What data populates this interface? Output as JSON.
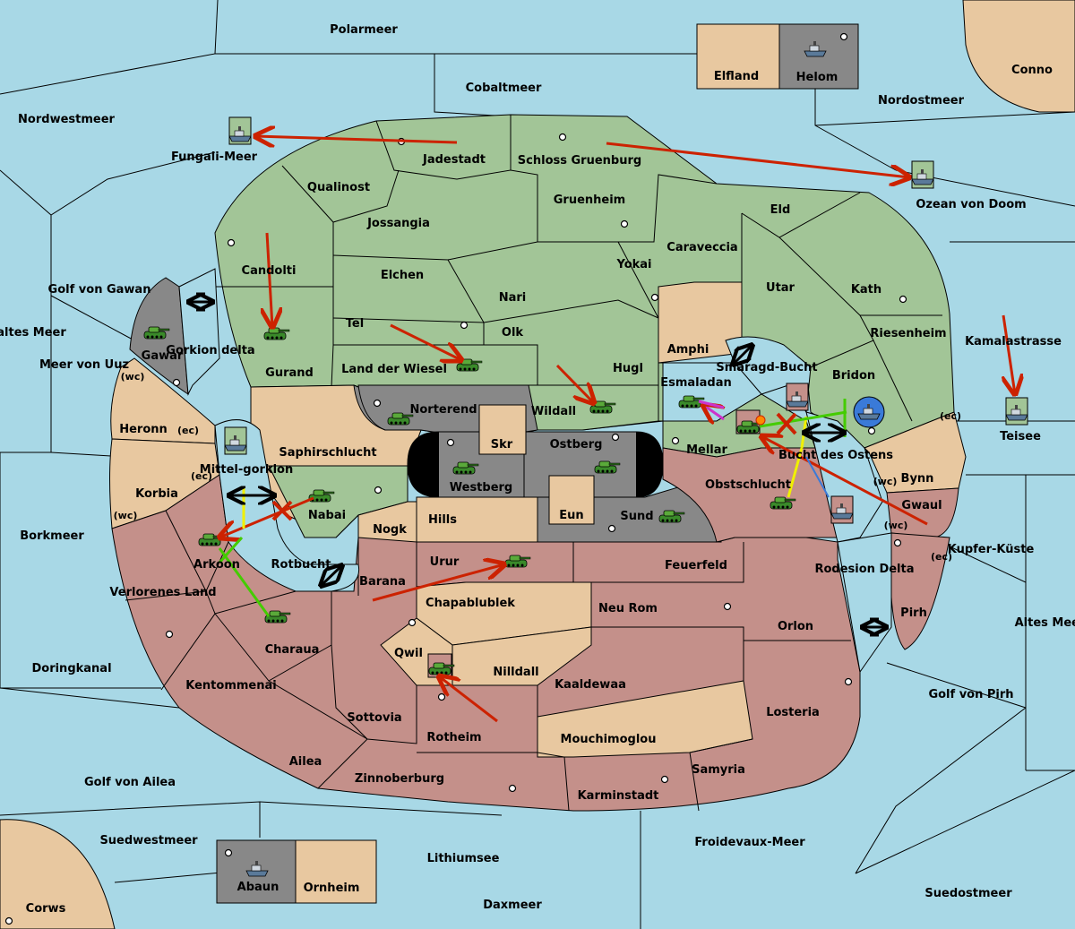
{
  "map": {
    "colors": {
      "sea": "#a8d8e6",
      "green": "#a2c597",
      "tan": "#e8c8a0",
      "red": "#c4908a",
      "gray": "#888888",
      "order_red": "#cc2200",
      "order_yellow": "#f0f000",
      "order_green": "#44cc00",
      "order_magenta": "#cc33cc"
    },
    "sea_labels": [
      "Polarmeer",
      "Cobaltmeer",
      "Nordostmeer",
      "Nordwestmeer",
      "Conno",
      "Fungali-Meer",
      "Ozean von Doom",
      "Golf von Gawan",
      "Kaltes Meer",
      "Meer von Uuz",
      "Kamalastrasse",
      "Teisee",
      "Borkmeer",
      "Kupfer-Küste",
      "Altes Meer",
      "Doringkanal",
      "Golf von Pirh",
      "Golf von Ailea",
      "Suedwestmeer",
      "Lithiumsee",
      "Froidevaux-Meer",
      "Suedostmeer",
      "Daxmeer",
      "Corws",
      "Rotbucht",
      "Smaragd-Bucht",
      "Bucht des Ostens",
      "Mittel-gorkion",
      "Gorkion delta",
      "Rodesion Delta"
    ],
    "green_labels": [
      "Jadestadt",
      "Schloss Gruenburg",
      "Qualinost",
      "Gruenheim",
      "Eld",
      "Jossangia",
      "Caraveccia",
      "Candolti",
      "Elchen",
      "Yokai",
      "Utar",
      "Kath",
      "Nari",
      "Tel",
      "Olk",
      "Riesenheim",
      "Land der Wiesel",
      "Hugl",
      "Bridon",
      "Gurand",
      "Esmaladan",
      "Wildall",
      "Mellar",
      "Nabai"
    ],
    "tan_labels": [
      "Elfland",
      "Amphi",
      "Heronn",
      "Korbia",
      "Saphirschlucht",
      "Skr",
      "Hills",
      "Nogk",
      "Eun",
      "Chapablublek",
      "Qwil",
      "Nilldall",
      "Mouchimoglou",
      "Bynn"
    ],
    "red_labels": [
      "Verlorenes Land",
      "Arkoon",
      "Charaua",
      "Kentommenai",
      "Barana",
      "Urur",
      "Feuerfeld",
      "Neu Rom",
      "Orlon",
      "Obstschlucht",
      "Gwaul",
      "Pirh",
      "Kaaldewaa",
      "Losteria",
      "Sottovia",
      "Rotheim",
      "Ailea",
      "Zinnoberburg",
      "Karminstadt",
      "Samyria",
      "Ornheim"
    ],
    "gray_labels": [
      "Helom",
      "Gawar",
      "Norterend",
      "Westberg",
      "Ostberg",
      "Sund",
      "Abaun"
    ],
    "coast_labels": [
      "(wc)",
      "(ec)",
      "(wc)",
      "(ec)",
      "(wc)",
      "(ec)",
      "(wc)",
      "(ec)"
    ]
  }
}
